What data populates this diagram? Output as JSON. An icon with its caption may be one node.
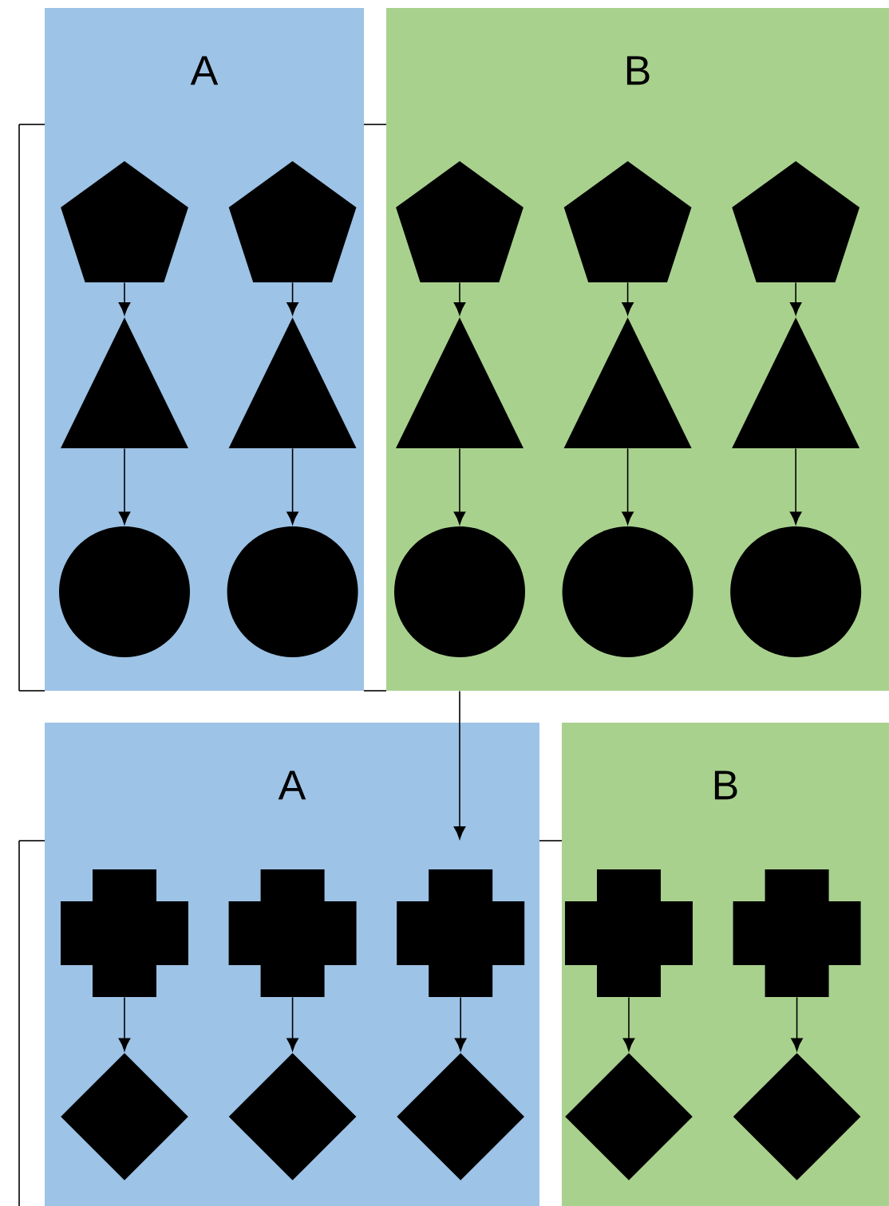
{
  "diagram": {
    "nodes": [
      {
        "text": [
          "A"
        ]
      },
      {
        "text": [
          "B"
        ]
      },
      {
        "text": [],
        "shape": "pentagon",
        "in": 0
      },
      {
        "text": [],
        "shape": "pentagon",
        "in": 0
      },
      {
        "text": [],
        "shape": "pentagon",
        "in": 1
      },
      {
        "text": [],
        "shape": "pentagon",
        "in": 1
      },
      {
        "text": [],
        "shape": "pentagon",
        "in": 1
      },
      {
        "text": [],
        "shape": "triangle",
        "in": 0
      },
      {
        "text": [],
        "shape": "triangle",
        "in": 0
      },
      {
        "text": [],
        "shape": "triangle",
        "in": 1
      },
      {
        "text": [],
        "shape": "triangle",
        "in": 1
      },
      {
        "text": [],
        "shape": "triangle",
        "in": 1
      },
      {
        "text": [],
        "shape": "circle",
        "in": 0
      },
      {
        "text": [],
        "shape": "circle",
        "in": 0
      },
      {
        "text": [],
        "shape": "circle",
        "in": 1
      },
      {
        "text": [],
        "shape": "circle",
        "in": 1
      },
      {
        "text": [],
        "shape": "circle",
        "in": 1
      },
      {
        "text": [
          "A"
        ]
      },
      {
        "text": [
          "B"
        ]
      },
      {
        "text": [],
        "shape": "cross",
        "in": 17
      },
      {
        "text": [],
        "shape": "cross",
        "in": 17
      },
      {
        "text": [],
        "shape": "cross",
        "in": 17
      },
      {
        "text": [],
        "shape": "cross",
        "in": 18
      },
      {
        "text": [],
        "shape": "cross",
        "in": 18
      },
      {
        "text": [],
        "shape": "diamond",
        "in": 17
      },
      {
        "text": [],
        "shape": "diamond",
        "in": 17
      },
      {
        "text": [],
        "shape": "diamond",
        "in": 17
      },
      {
        "text": [],
        "shape": "diamond",
        "in": 18
      },
      {
        "text": [],
        "shape": "diamond",
        "in": 18
      }
    ],
    "edges": [
      {
        "from": 2,
        "to": 7,
        "arrow": "to"
      },
      {
        "from": 3,
        "to": 8,
        "arrow": "to"
      },
      {
        "from": 4,
        "to": 9,
        "arrow": "to"
      },
      {
        "from": 5,
        "to": 10,
        "arrow": "to"
      },
      {
        "from": 6,
        "to": 11,
        "arrow": "to"
      },
      {
        "from": 7,
        "to": 12,
        "arrow": "to"
      },
      {
        "from": 8,
        "to": 13,
        "arrow": "to"
      },
      {
        "from": 9,
        "to": 14,
        "arrow": "to"
      },
      {
        "from": 10,
        "to": 15,
        "arrow": "to"
      },
      {
        "from": 11,
        "to": 16,
        "arrow": "to"
      },
      {
        "from": 1,
        "to": null,
        "arrow": "to"
      },
      {
        "from": 19,
        "to": 24,
        "arrow": "to"
      },
      {
        "from": 20,
        "to": 25,
        "arrow": "to"
      },
      {
        "from": 21,
        "to": 26,
        "arrow": "to"
      },
      {
        "from": 22,
        "to": 27,
        "arrow": "to"
      },
      {
        "from": 23,
        "to": 28,
        "arrow": "to"
      }
    ]
  }
}
